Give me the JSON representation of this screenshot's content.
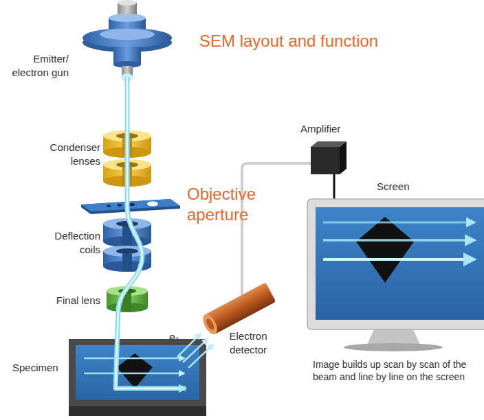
{
  "diagram": {
    "title": "SEM layout and function",
    "labels": [
      "Emitter/ electron gun",
      "Condenser lenses",
      "Objective aperture",
      "Deflection coils",
      "Final lens",
      "Specimen",
      "e-",
      "Electron detector",
      "Amplifier",
      "Screen",
      "Image builds up scan by scan of the beam and line by line on the screen"
    ]
  }
}
